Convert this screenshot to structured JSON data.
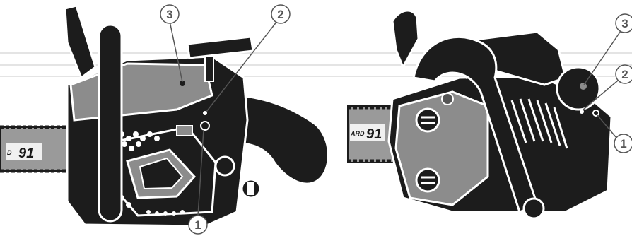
{
  "left_view": {
    "bar_text": "91",
    "bar_text_prefix": "D",
    "callouts": [
      "1",
      "2",
      "3"
    ]
  },
  "right_view": {
    "bar_text": "91",
    "bar_text_prefix": "ARD",
    "callouts": [
      "1",
      "2",
      "3"
    ]
  },
  "colors": {
    "body_dark": "#1c1c1c",
    "body_mid": "#8c8c8c",
    "body_light": "#b4b4b4",
    "outline": "#ffffff",
    "callout": "#555555"
  }
}
